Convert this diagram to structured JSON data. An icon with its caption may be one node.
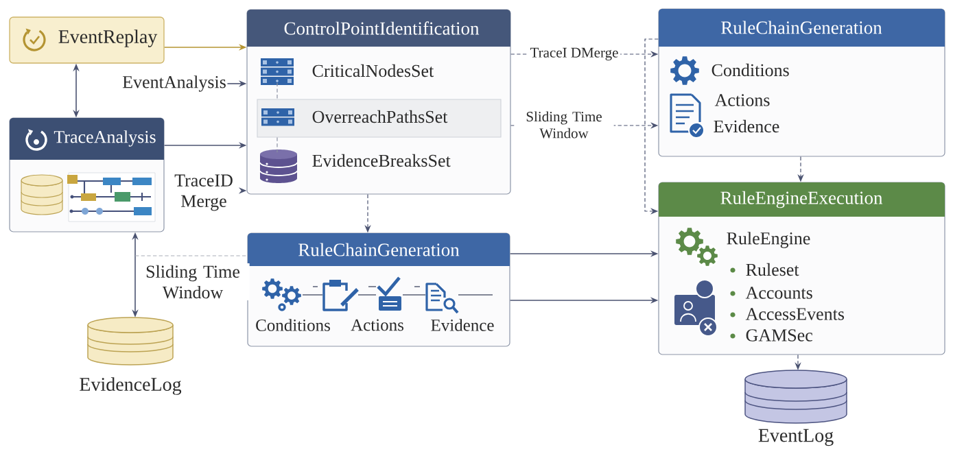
{
  "diagram": {
    "nodes": [
      {
        "text": [
          "EventReplay"
        ]
      },
      {
        "text": [
          "ControlPointIdentification"
        ]
      },
      {
        "text": [
          "CriticalNodesSet"
        ],
        "in": 1
      },
      {
        "text": [
          "OverreachPathsSet"
        ],
        "in": 1
      },
      {
        "text": [
          "EvidenceBreaksSet"
        ],
        "in": 1
      },
      {
        "text": [
          "RuleChainGeneration",
          "Conditions",
          "Actions",
          "Evidence"
        ]
      },
      {
        "text": [
          "EventAnalysis"
        ]
      },
      {
        "text": [
          "TraceAnalysis"
        ]
      },
      {
        "text": [
          "TraceID Merge"
        ]
      },
      {
        "text": [
          "RuleEngineExecution",
          "RuleEngine",
          "Ruleset",
          "Accounts",
          "AccessEvents",
          "GAMSec"
        ]
      },
      {
        "text": [
          "RuleChainGeneration"
        ]
      },
      {
        "text": [
          "Conditions"
        ],
        "in": 10
      },
      {
        "text": [
          "Actions"
        ],
        "in": 10
      },
      {
        "text": [
          "Evidence"
        ],
        "in": 10
      },
      {
        "text": [
          "EvidenceLog"
        ]
      },
      {
        "text": [
          "EventLog"
        ]
      }
    ],
    "edges": [
      {
        "from": 0,
        "to": 1,
        "arrow": "to",
        "color": "#b49432"
      },
      {
        "from": 0,
        "to": 7,
        "arrow": "both"
      },
      {
        "from": 6,
        "to": 1,
        "arrow": "to"
      },
      {
        "from": 7,
        "to": 1,
        "arrow": "to"
      },
      {
        "from": 8,
        "to": 1,
        "arrow": "to"
      },
      {
        "from": 1,
        "to": 5,
        "arrow": "to",
        "label": "TraceI DMerge",
        "style": "dashed"
      },
      {
        "from": 1,
        "to": 5,
        "arrow": "to",
        "label": "Sliding Time Window",
        "style": "dashed"
      },
      {
        "from": 5,
        "to": 9,
        "arrow": "to",
        "style": "dashed"
      },
      {
        "from": 5,
        "to": 9,
        "arrow": "to",
        "style": "dashed"
      },
      {
        "from": 1,
        "to": 10,
        "arrow": "to",
        "style": "dashed"
      },
      {
        "from": 10,
        "to": 9,
        "arrow": "to"
      },
      {
        "from": 10,
        "to": 9,
        "arrow": "to"
      },
      {
        "from": 7,
        "to": 14,
        "arrow": "both",
        "label": "Sliding Time Window"
      },
      {
        "from": null,
        "to": 10,
        "arrow": "none",
        "style": "dashed",
        "color": "#a9adb8"
      },
      {
        "from": 9,
        "to": 15,
        "arrow": "to",
        "style": "dashed"
      },
      {
        "from": 2,
        "to": 3,
        "arrow": "none",
        "style": "dashed",
        "color": "#8a90a2"
      },
      {
        "from": 3,
        "to": 4,
        "arrow": "none",
        "style": "dashed",
        "color": "#8a90a2"
      }
    ]
  }
}
